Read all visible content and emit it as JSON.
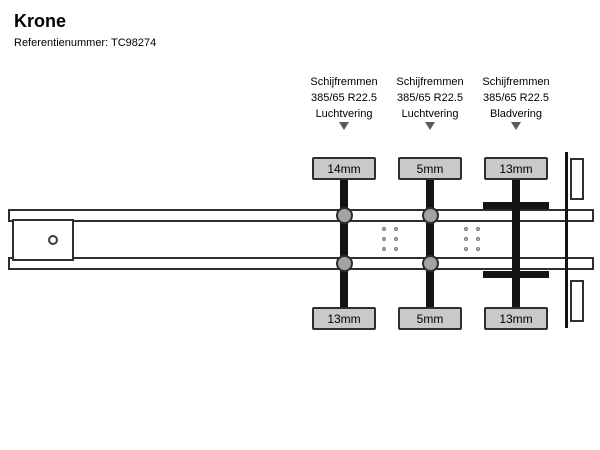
{
  "header": {
    "title": "Krone",
    "reference": "Referentienummer: TC98274"
  },
  "axles": [
    {
      "brake_type": "Schijfremmen",
      "tire_size": "385/65 R22.5",
      "suspension": "Luchtvering",
      "top_value": "14mm",
      "bottom_value": "13mm"
    },
    {
      "brake_type": "Schijfremmen",
      "tire_size": "385/65 R22.5",
      "suspension": "Luchtvering",
      "top_value": "5mm",
      "bottom_value": "5mm"
    },
    {
      "brake_type": "Schijfremmen",
      "tire_size": "385/65 R22.5",
      "suspension": "Bladvering",
      "top_value": "13mm",
      "bottom_value": "13mm"
    }
  ],
  "icons": {
    "arrow_down_icon": "▼"
  },
  "colors": {
    "background": "#ffffff",
    "text": "#000000",
    "measurement_box_fill": "#c9c9c9",
    "measurement_box_border": "#2e2e2e",
    "axle_bar": "#141414",
    "hub_fill": "#a3a3a3",
    "chassis_outline": "#2e2e2e"
  }
}
